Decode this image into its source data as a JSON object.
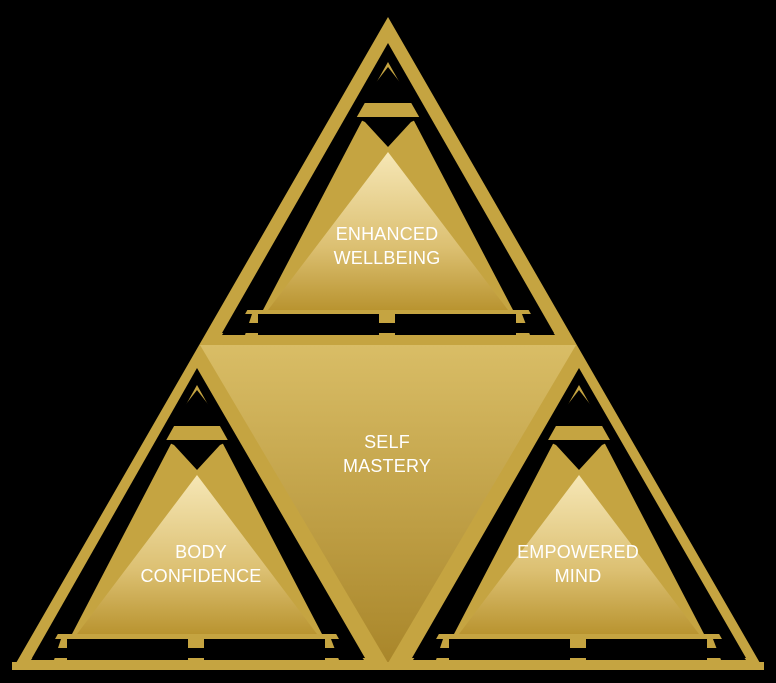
{
  "colors": {
    "background": "#000000",
    "gold_light": "#f0dd98",
    "gold": "#c9a842",
    "gold_dark": "#b08d2b",
    "label_text": "#ffffff"
  },
  "diagram": {
    "top": {
      "line1": "ENHANCED",
      "line2": "WELLBEING"
    },
    "center": {
      "line1": "SELF",
      "line2": "MASTERY"
    },
    "bottom_left": {
      "line1": "BODY",
      "line2": "CONFIDENCE"
    },
    "bottom_right": {
      "line1": "EMPOWERED",
      "line2": "MIND"
    }
  }
}
